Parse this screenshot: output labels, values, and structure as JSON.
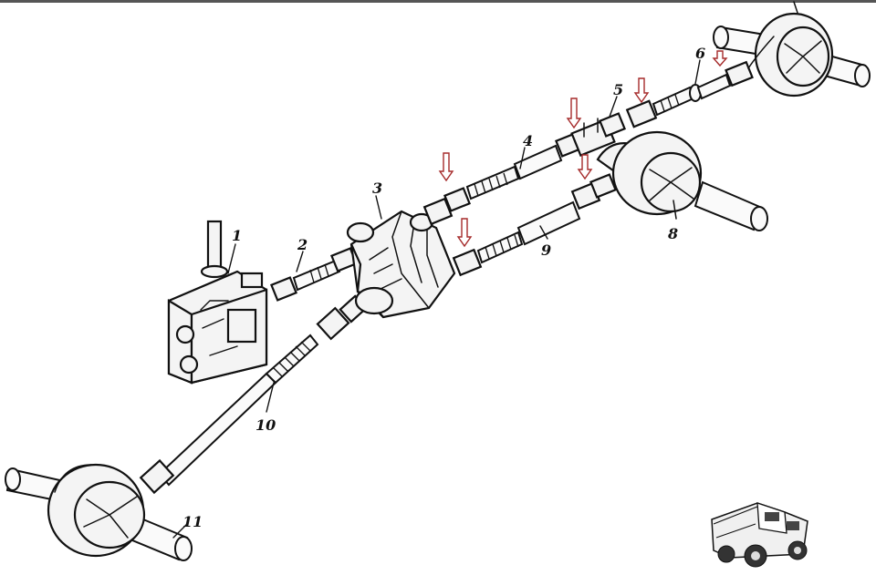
{
  "diagram": {
    "labels": [
      {
        "id": "1",
        "text": "1"
      },
      {
        "id": "2",
        "text": "2"
      },
      {
        "id": "3",
        "text": "3"
      },
      {
        "id": "4",
        "text": "4"
      },
      {
        "id": "5",
        "text": "5"
      },
      {
        "id": "6",
        "text": "6"
      },
      {
        "id": "8",
        "text": "8"
      },
      {
        "id": "9",
        "text": "9"
      },
      {
        "id": "10",
        "text": "10"
      },
      {
        "id": "11",
        "text": "11"
      }
    ],
    "arrow_color": "#a52a2a",
    "ink_color": "#111111"
  }
}
